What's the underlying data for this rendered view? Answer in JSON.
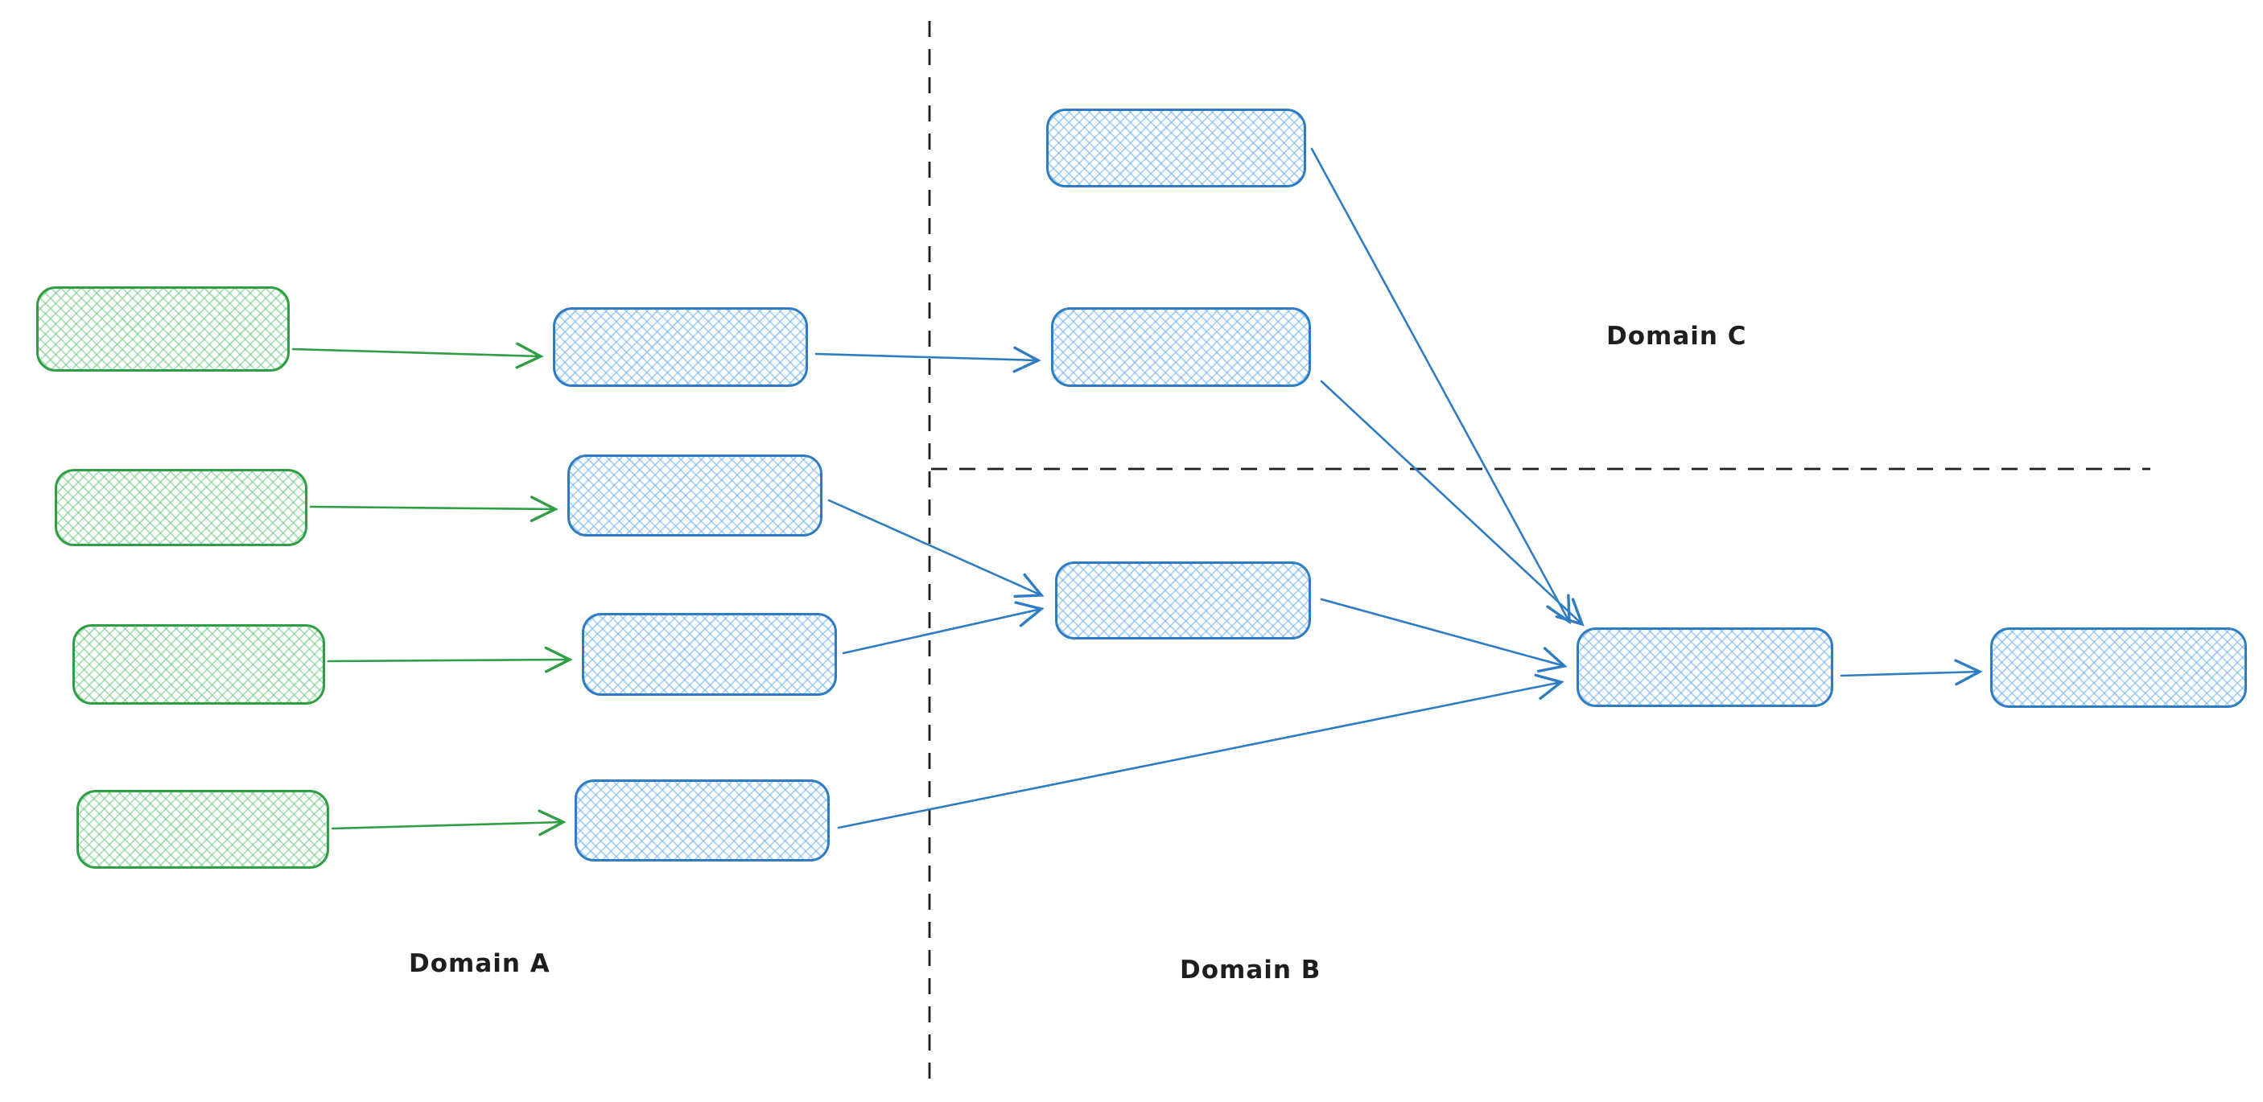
{
  "labels": {
    "domain_a": "Domain A",
    "domain_b": "Domain B",
    "domain_c": "Domain C"
  },
  "colors": {
    "background": "#ffffff",
    "green_stroke": "#2f9e44",
    "green_hatch": "#69c781",
    "blue_stroke": "#2e7cc3",
    "blue_hatch": "#74b4f2",
    "divider": "#1e1e1e",
    "label_text": "#1e1e1e"
  },
  "diagram_data": {
    "type": "flow-diagram",
    "style": "hand-drawn, cross-hatch filled rounded rectangles, no text inside nodes",
    "regions": [
      {
        "id": "domain-a",
        "label": "Domain A",
        "position": "left of vertical dashed divider"
      },
      {
        "id": "domain-b",
        "label": "Domain B",
        "position": "right of vertical divider, below horizontal dashed divider"
      },
      {
        "id": "domain-c",
        "label": "Domain C",
        "position": "right of vertical divider, above horizontal dashed divider"
      }
    ],
    "dividers": [
      {
        "id": "vertical-divider",
        "orientation": "vertical",
        "style": "dashed"
      },
      {
        "id": "horizontal-divider",
        "orientation": "horizontal",
        "style": "dashed",
        "note": "starts at vertical divider, extends right"
      }
    ],
    "nodes": [
      {
        "id": "a-green-1",
        "region": "domain-a",
        "color": "green",
        "label": "",
        "row": 1,
        "column": 1
      },
      {
        "id": "a-green-2",
        "region": "domain-a",
        "color": "green",
        "label": "",
        "row": 2,
        "column": 1
      },
      {
        "id": "a-green-3",
        "region": "domain-a",
        "color": "green",
        "label": "",
        "row": 3,
        "column": 1
      },
      {
        "id": "a-green-4",
        "region": "domain-a",
        "color": "green",
        "label": "",
        "row": 4,
        "column": 1
      },
      {
        "id": "a-blue-1",
        "region": "domain-a",
        "color": "blue",
        "label": "",
        "row": 1,
        "column": 2
      },
      {
        "id": "a-blue-2",
        "region": "domain-a",
        "color": "blue",
        "label": "",
        "row": 2,
        "column": 2
      },
      {
        "id": "a-blue-3",
        "region": "domain-a",
        "color": "blue",
        "label": "",
        "row": 3,
        "column": 2
      },
      {
        "id": "a-blue-4",
        "region": "domain-a",
        "color": "blue",
        "label": "",
        "row": 4,
        "column": 2
      },
      {
        "id": "c-blue-top",
        "region": "domain-c",
        "color": "blue",
        "label": ""
      },
      {
        "id": "c-blue-mid",
        "region": "domain-c",
        "color": "blue",
        "label": ""
      },
      {
        "id": "b-blue-left",
        "region": "domain-b",
        "color": "blue",
        "label": ""
      },
      {
        "id": "b-blue-hub",
        "region": "domain-b",
        "color": "blue",
        "label": ""
      },
      {
        "id": "b-blue-out",
        "region": "domain-b",
        "color": "blue",
        "label": ""
      }
    ],
    "edges": [
      {
        "from": "a-green-1",
        "to": "a-blue-1",
        "color": "green"
      },
      {
        "from": "a-green-2",
        "to": "a-blue-2",
        "color": "green"
      },
      {
        "from": "a-green-3",
        "to": "a-blue-3",
        "color": "green"
      },
      {
        "from": "a-green-4",
        "to": "a-blue-4",
        "color": "green"
      },
      {
        "from": "a-blue-1",
        "to": "c-blue-mid",
        "color": "blue"
      },
      {
        "from": "a-blue-2",
        "to": "b-blue-left",
        "color": "blue"
      },
      {
        "from": "a-blue-3",
        "to": "b-blue-left",
        "color": "blue"
      },
      {
        "from": "a-blue-4",
        "to": "b-blue-hub",
        "color": "blue"
      },
      {
        "from": "c-blue-top",
        "to": "b-blue-hub",
        "color": "blue"
      },
      {
        "from": "c-blue-mid",
        "to": "b-blue-hub",
        "color": "blue"
      },
      {
        "from": "b-blue-left",
        "to": "b-blue-hub",
        "color": "blue"
      },
      {
        "from": "b-blue-hub",
        "to": "b-blue-out",
        "color": "blue"
      }
    ]
  }
}
